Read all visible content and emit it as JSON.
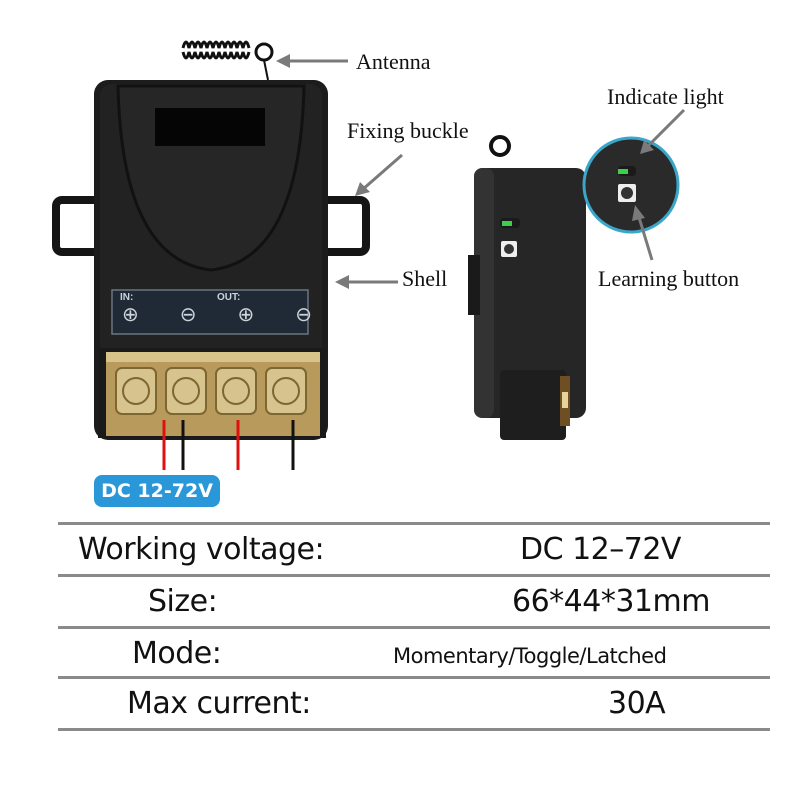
{
  "labels": {
    "antenna": "Antenna",
    "fixing_buckle": "Fixing buckle",
    "shell": "Shell",
    "indicate_light": "Indicate light",
    "learning_button": "Learning button"
  },
  "device": {
    "panel_in": "IN:",
    "panel_out": "OUT:",
    "terminal_symbols": [
      "⊕",
      "⊖",
      "⊕",
      "⊖"
    ],
    "voltage_badge": "DC 12-72V",
    "colors": {
      "shell": "#1c1c1c",
      "terminal_block": "#c9b27a",
      "badge": "#2a97d8",
      "wire_red": "#e01010",
      "wire_black": "#111111",
      "zoom_ring": "#3aa6c9",
      "led": "#3ccf4a"
    }
  },
  "specs": [
    {
      "key": "Working voltage:",
      "value": "DC 12–72V"
    },
    {
      "key": "Size:",
      "value": "66*44*31mm"
    },
    {
      "key": "Mode:",
      "value": "Momentary/Toggle/Latched"
    },
    {
      "key": "Max current:",
      "value": "30A"
    }
  ]
}
